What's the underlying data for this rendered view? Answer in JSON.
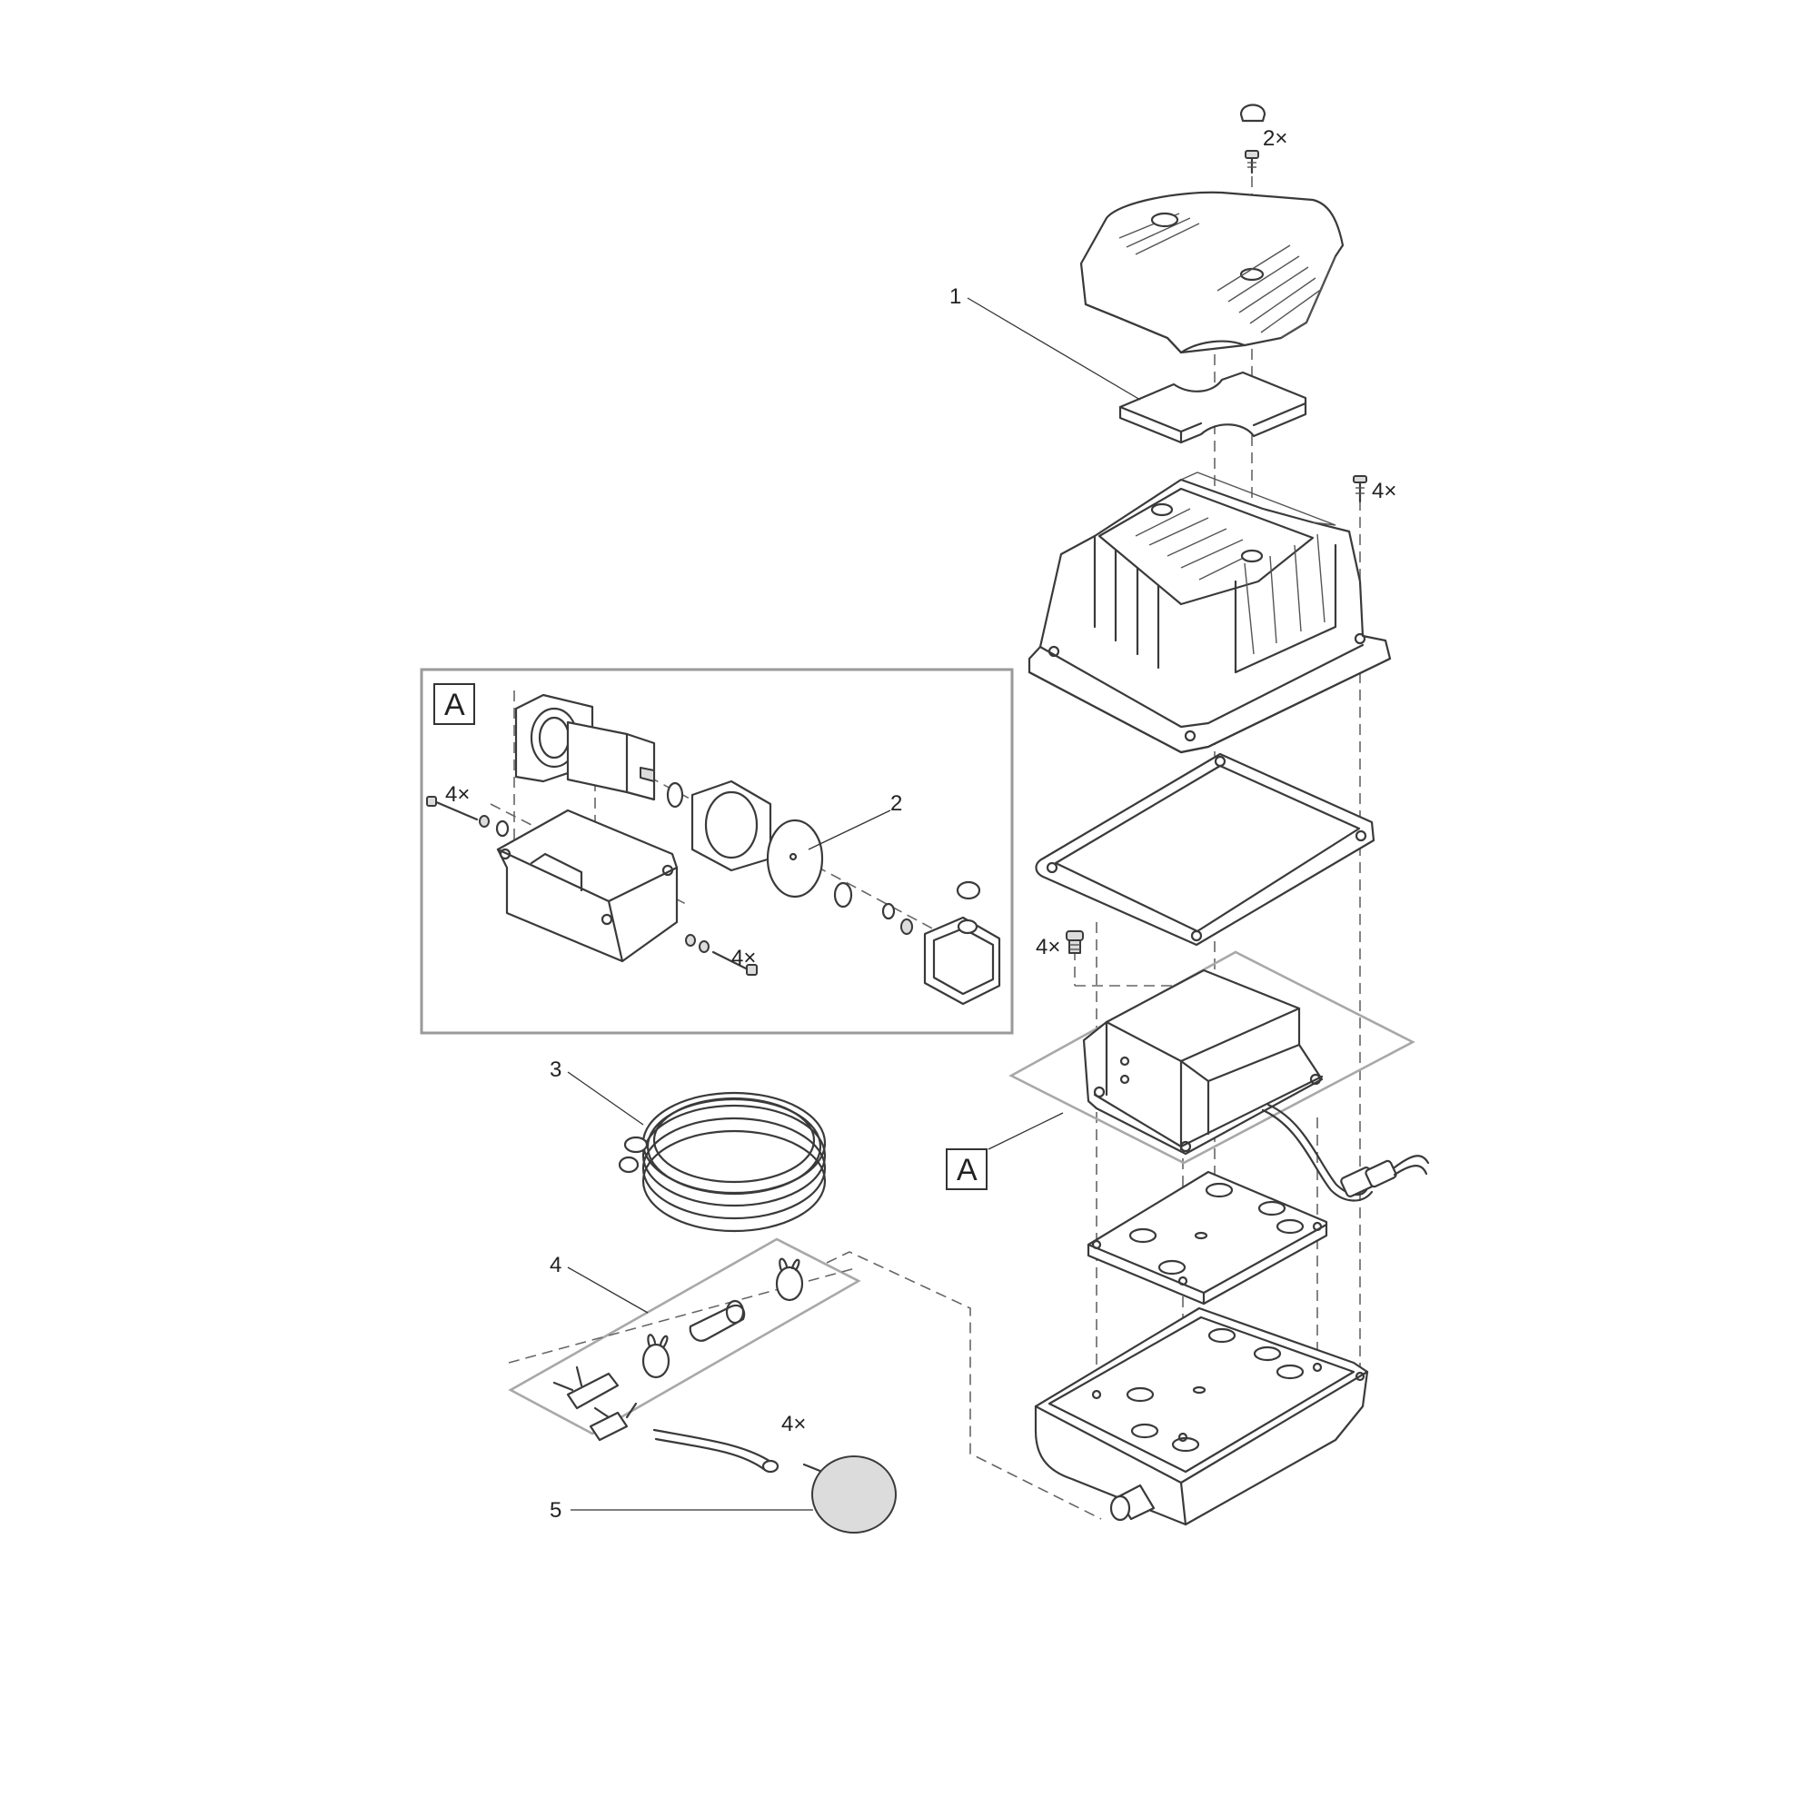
{
  "labels": {
    "part_1": "1",
    "part_2": "2",
    "part_3": "3",
    "part_4": "4",
    "part_5": "5",
    "qty_top_screw": "2×",
    "qty_side_screw": "4×",
    "qty_motor_screw": "4×",
    "qty_a_left": "4×",
    "qty_a_right": "4×",
    "qty_air_stone": "4×",
    "detail_a": "A",
    "detail_a_callout": "A"
  }
}
